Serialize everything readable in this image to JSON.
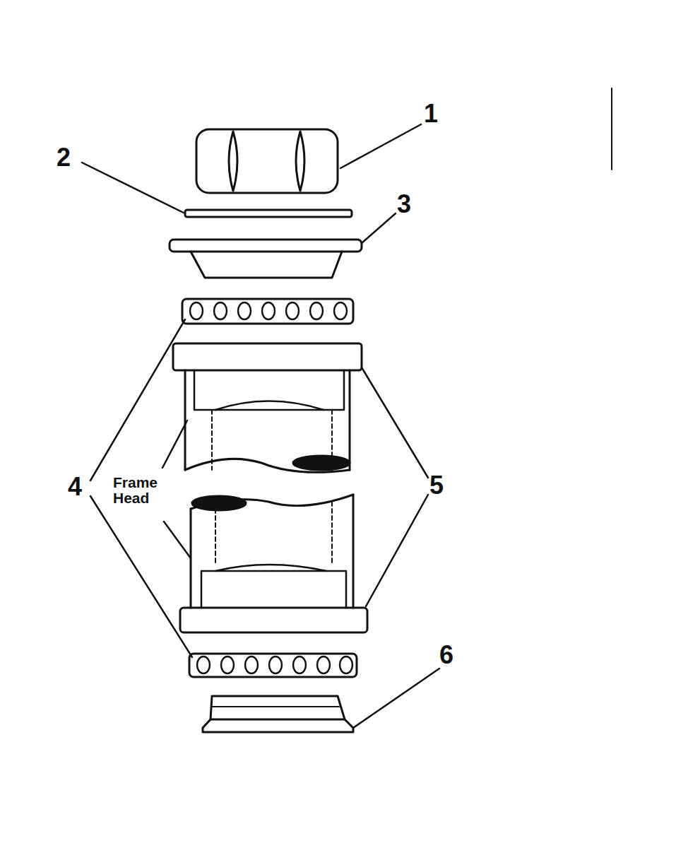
{
  "diagram": {
    "labels": [
      "1",
      "2",
      "3",
      "4",
      "5",
      "6",
      "Frame Head"
    ]
  }
}
